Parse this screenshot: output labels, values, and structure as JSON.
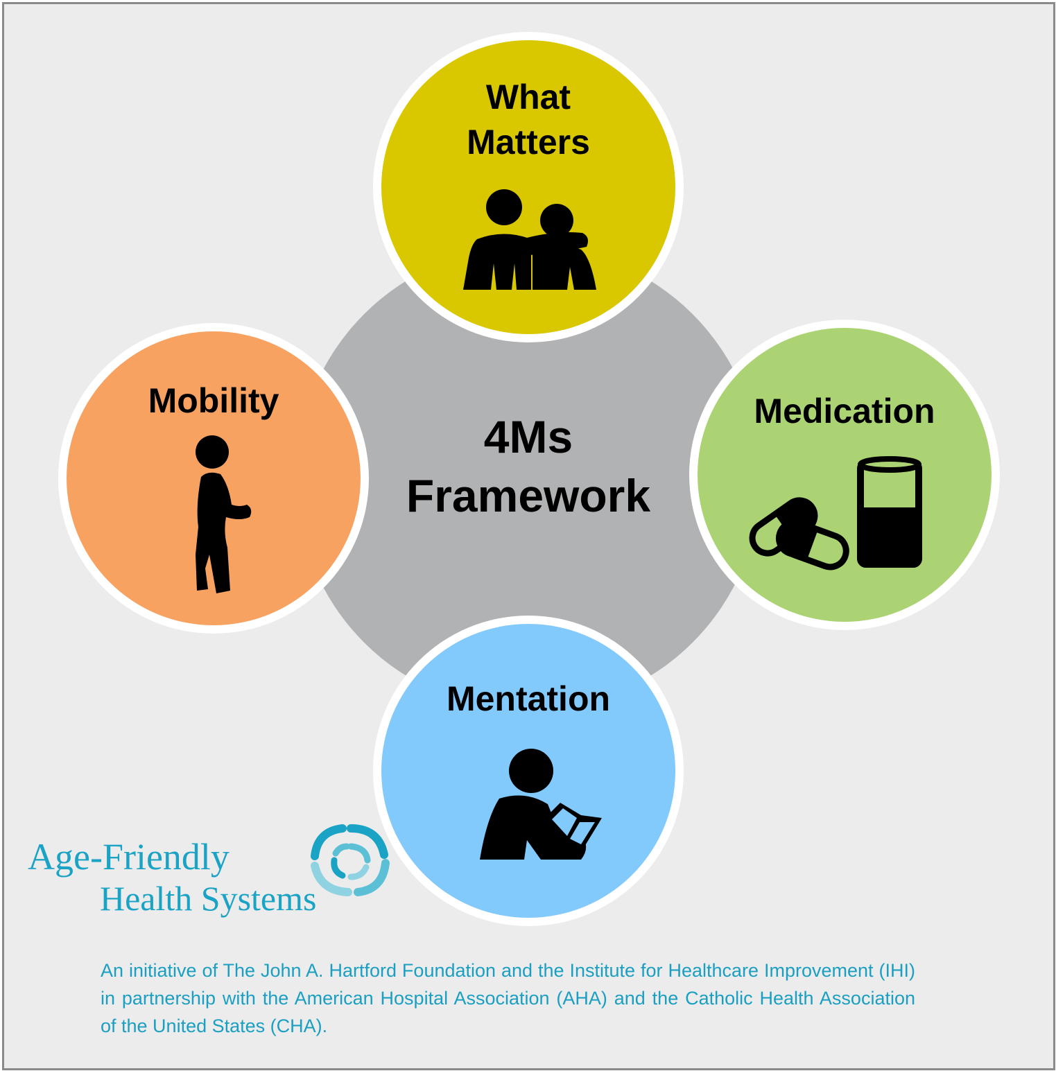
{
  "center": {
    "line1": "4Ms",
    "line2": "Framework",
    "color": "#b0b2b4"
  },
  "nodes": {
    "what_matters": {
      "line1": "What",
      "line2": "Matters",
      "color": "#d9c800",
      "icon": "two-people-embrace-icon"
    },
    "medication": {
      "label": "Medication",
      "color": "#acd373",
      "icon": "pills-and-glass-icon"
    },
    "mentation": {
      "label": "Mentation",
      "color": "#82cafc",
      "icon": "person-reading-icon"
    },
    "mobility": {
      "label": "Mobility",
      "color": "#f8a262",
      "icon": "person-walking-icon"
    }
  },
  "logo": {
    "line1": "Age-Friendly",
    "line2": "Health Systems",
    "color": "#1aa3c4",
    "icon": "swirl-icon"
  },
  "footer": {
    "text": "An initiative of The John A. Hartford Foundation and the Institute for Healthcare Improvement (IHI) in partnership with the American Hospital Association (AHA) and the Catholic Health Association of the United States (CHA)."
  }
}
